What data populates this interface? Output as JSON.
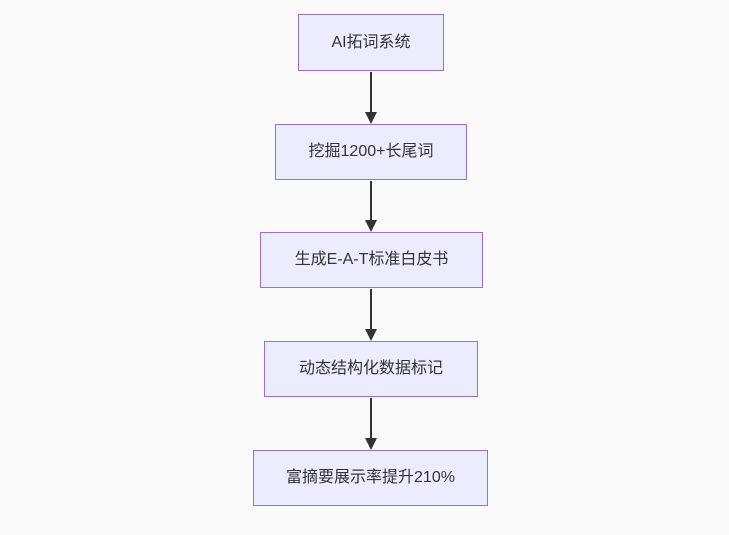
{
  "diagram": {
    "type": "flowchart",
    "direction": "top-down",
    "nodes": [
      {
        "id": "n1",
        "label": "AI拓词系统"
      },
      {
        "id": "n2",
        "label": "挖掘1200+长尾词"
      },
      {
        "id": "n3",
        "label": "生成E-A-T标准白皮书"
      },
      {
        "id": "n4",
        "label": "动态结构化数据标记"
      },
      {
        "id": "n5",
        "label": "富摘要展示率提升210%"
      }
    ],
    "edges": [
      {
        "from": "n1",
        "to": "n2"
      },
      {
        "from": "n2",
        "to": "n3"
      },
      {
        "from": "n3",
        "to": "n4"
      },
      {
        "from": "n4",
        "to": "n5"
      }
    ],
    "colors": {
      "background": "#fafafa",
      "node_fill": "#ececff",
      "node_border": "#9370db",
      "node_text": "#333333",
      "arrow": "#333333"
    }
  }
}
